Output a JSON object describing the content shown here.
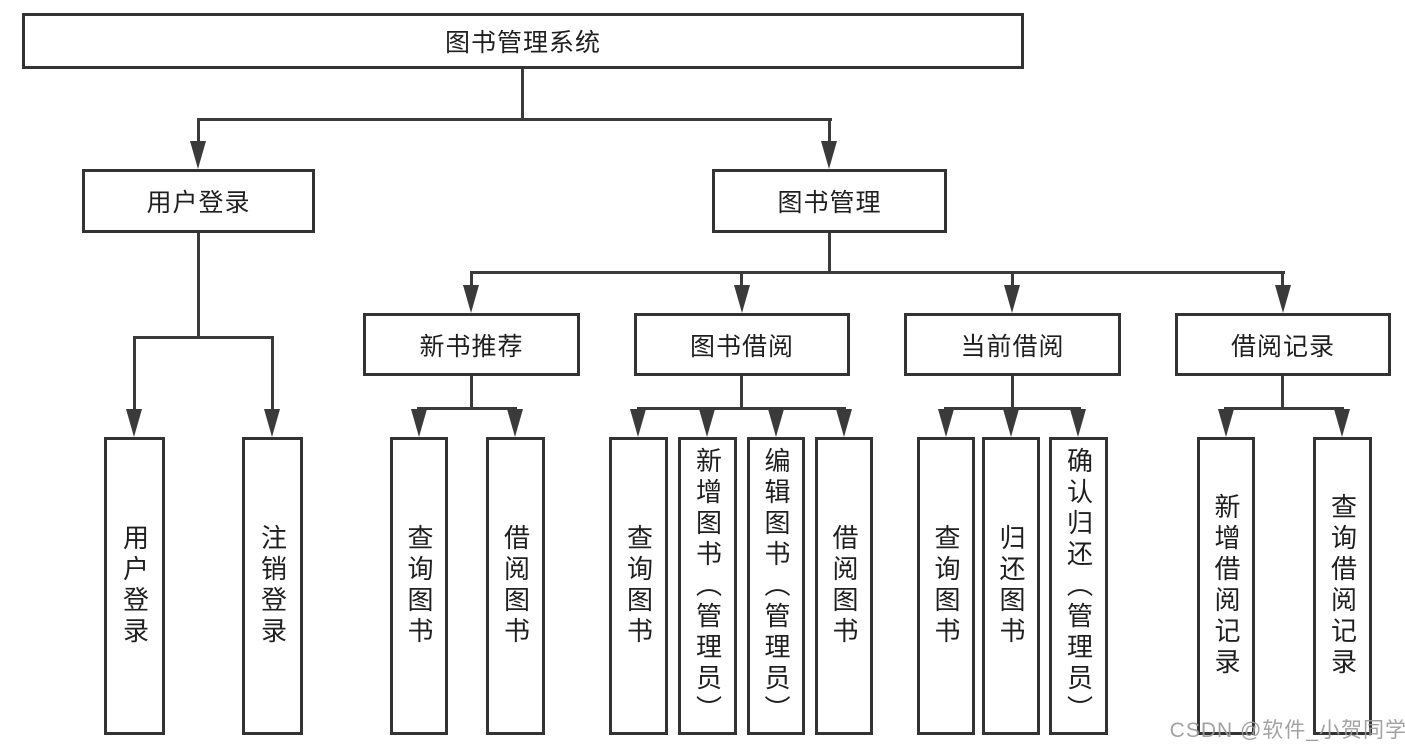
{
  "colors": {
    "line": "#3a3a3a",
    "box_border": "#333333",
    "box_fill": "#ffffff",
    "text": "#1f1f1f",
    "background": "#ffffff",
    "watermark": "#9b9b9b"
  },
  "watermark": {
    "text": "CSDN @软件_小贺同学"
  },
  "tree": {
    "root": {
      "label": "图书管理系统"
    },
    "branches": [
      {
        "label": "用户登录",
        "children": [
          {
            "label": "用户登录"
          },
          {
            "label": "注销登录"
          }
        ]
      },
      {
        "label": "图书管理",
        "children": [
          {
            "label": "新书推荐",
            "children": [
              {
                "label": "查询图书"
              },
              {
                "label": "借阅图书"
              }
            ]
          },
          {
            "label": "图书借阅",
            "children": [
              {
                "label": "查询图书"
              },
              {
                "label": "新增图书（管理员）"
              },
              {
                "label": "编辑图书（管理员）"
              },
              {
                "label": "借阅图书"
              }
            ]
          },
          {
            "label": "当前借阅",
            "children": [
              {
                "label": "查询图书"
              },
              {
                "label": "归还图书"
              },
              {
                "label": "确认归还（管理员）"
              }
            ]
          },
          {
            "label": "借阅记录",
            "children": [
              {
                "label": "新增借阅记录"
              },
              {
                "label": "查询借阅记录"
              }
            ]
          }
        ]
      }
    ]
  }
}
